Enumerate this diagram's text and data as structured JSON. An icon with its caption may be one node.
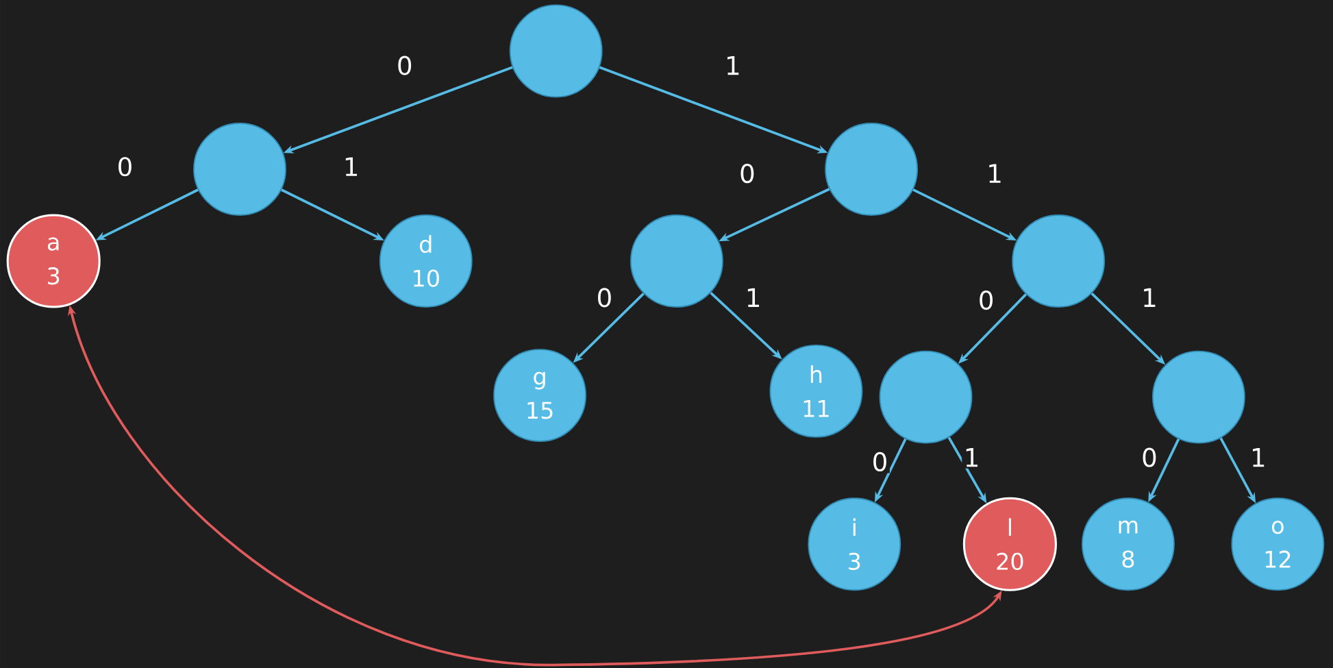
{
  "diagram": {
    "nodes": [
      {
        "text": [],
        "shape": "circle"
      },
      {
        "text": [],
        "shape": "circle"
      },
      {
        "text": [
          "a",
          "3"
        ]
      },
      {
        "text": [
          "d",
          "10"
        ]
      },
      {
        "text": [],
        "shape": "circle"
      },
      {
        "text": [],
        "shape": "circle"
      },
      {
        "text": [
          "g",
          "15"
        ]
      },
      {
        "text": [
          "h",
          "11"
        ]
      },
      {
        "text": [],
        "shape": "circle"
      },
      {
        "text": [],
        "shape": "circle"
      },
      {
        "text": [],
        "shape": "circle"
      },
      {
        "text": [
          "i",
          "3"
        ]
      },
      {
        "text": [
          "l",
          "20"
        ]
      },
      {
        "text": [
          "m",
          "8"
        ]
      },
      {
        "text": [
          "o",
          "12"
        ]
      }
    ],
    "edges": [
      {
        "from": 0,
        "to": 1,
        "arrow": "to",
        "label": "0"
      },
      {
        "from": 0,
        "to": 4,
        "arrow": "to",
        "label": "1"
      },
      {
        "from": 1,
        "to": 2,
        "arrow": "to",
        "label": "0"
      },
      {
        "from": 1,
        "to": 3,
        "arrow": "to",
        "label": "1"
      },
      {
        "from": 4,
        "to": 5,
        "arrow": "to",
        "label": "0"
      },
      {
        "from": 4,
        "to": 8,
        "arrow": "to",
        "label": "1"
      },
      {
        "from": 5,
        "to": 6,
        "arrow": "to",
        "label": "0"
      },
      {
        "from": 5,
        "to": 7,
        "arrow": "to",
        "label": "1"
      },
      {
        "from": 8,
        "to": 9,
        "arrow": "to",
        "label": "0"
      },
      {
        "from": 8,
        "to": 10,
        "arrow": "to",
        "label": "1"
      },
      {
        "from": 9,
        "to": 11,
        "arrow": "to",
        "label": "0"
      },
      {
        "from": 9,
        "to": 12,
        "arrow": "to",
        "label": "1"
      },
      {
        "from": 10,
        "to": 13,
        "arrow": "to",
        "label": "0"
      },
      {
        "from": 10,
        "to": 14,
        "arrow": "to",
        "label": "1"
      },
      {
        "from": 2,
        "to": 12,
        "arrow": "both",
        "color": "#e05c5c"
      }
    ]
  }
}
